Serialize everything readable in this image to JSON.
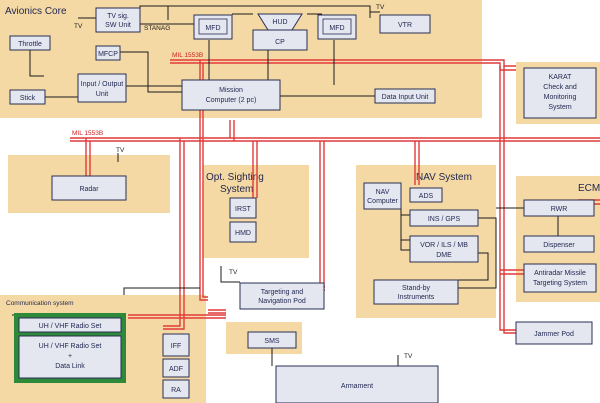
{
  "groups": {
    "avionics_core": "Avionics Core",
    "opt_sighting_line1": "Opt. Sighting",
    "opt_sighting_line2": "System",
    "nav_system": "NAV System",
    "ecm": "ECM",
    "communication": "Communication system"
  },
  "blocks": {
    "throttle": "Throttle",
    "stick": "Stick",
    "tv_sig_1": "TV sig.",
    "tv_sig_2": "SW Unit",
    "mfcp": "MFCP",
    "io_1": "Input / Output",
    "io_2": "Unit",
    "mfd_left": "MFD",
    "hud": "HUD",
    "cp": "CP",
    "mfd_right": "MFD",
    "vtr": "VTR",
    "mc_1": "Mission",
    "mc_2": "Computer (2 pc)",
    "data_input": "Data Input Unit",
    "karat_1": "KARAT",
    "karat_2": "Check and",
    "karat_3": "Monitoring",
    "karat_4": "System",
    "radar": "Radar",
    "irst": "IRST",
    "hmd": "HMD",
    "nav_comp_1": "NAV",
    "nav_comp_2": "Computer",
    "ads": "ADS",
    "ins_gps": "INS / GPS",
    "vor_1": "VOR / ILS / MB",
    "vor_2": "DME",
    "standby_1": "Stand-by",
    "standby_2": "Instruments",
    "rwr": "RWR",
    "dispenser": "Dispenser",
    "amt_1": "Antiradar Missile",
    "amt_2": "Targeting System",
    "jammer": "Jammer Pod",
    "tnp_1": "Targeting and",
    "tnp_2": "Navigation Pod",
    "uhf1": "UH / VHF Radio Set",
    "uhf2_1": "UH / VHF Radio Set",
    "uhf2_2": "+",
    "uhf2_3": "Data Link",
    "iff": "IFF",
    "adf": "ADF",
    "ra": "RA",
    "sms": "SMS",
    "armament": "Armament"
  },
  "tags": {
    "tv_in": "TV",
    "stanag": "STANAG",
    "tv_vtr": "TV",
    "tv_radar": "TV",
    "tv_pod": "TV",
    "tv_arm": "TV"
  },
  "buses": {
    "upper": "MIL 1553B",
    "lower": "MIL 1553B"
  },
  "colors": {
    "group_fill": "#f4d9a4",
    "block_fill": "#e4e7ef",
    "comm_box": "#2d8a3a",
    "bus_line": "#e03a3a",
    "text": "#1f2550"
  }
}
